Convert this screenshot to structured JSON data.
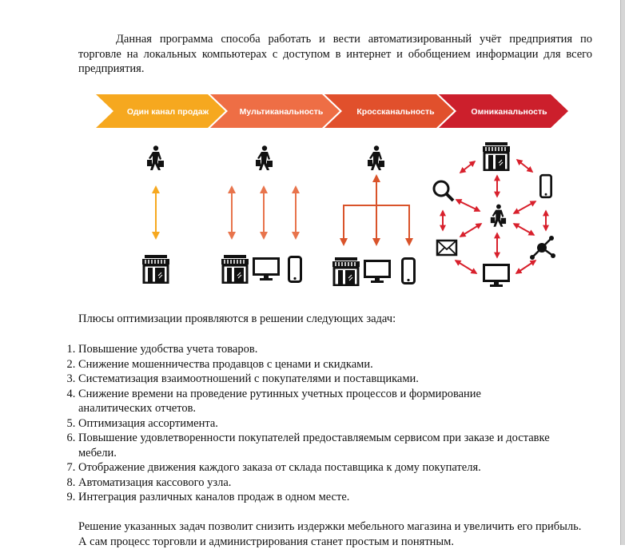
{
  "intro_paragraph": "Данная программа способа работать и вести автоматизированный учёт предприятия по торговле на локальных компьютерах с доступом в интернет и обобщением информации для всего предприятия.",
  "diagram": {
    "stages": [
      {
        "label": "Один канал продаж",
        "color": "#f6a81f"
      },
      {
        "label": "Мультиканальность",
        "color": "#ee6e45"
      },
      {
        "label": "Кроссканальность",
        "color": "#e1502c"
      },
      {
        "label": "Омниканальность",
        "color": "#cc1f2c"
      }
    ],
    "arrow_colors": {
      "single": "#f6a81f",
      "multi": "#e8744c",
      "cross": "#d9532a",
      "omni": "#d8202c"
    }
  },
  "benefits_intro": "Плюсы оптимизации проявляются в решении следующих задач:",
  "benefits": [
    "Повышение удобства учета товаров.",
    "Снижение мошенничества продавцов с ценами и скидками.",
    "Систематизация взаимоотношений с покупателями и поставщиками.",
    "Снижение времени на проведение рутинных учетных процессов и формирование аналитических отчетов.",
    "Оптимизация ассортимента.",
    "Повышение удовлетворенности покупателей предоставляемым сервисом при заказе и доставке мебели.",
    "Отображение движения каждого заказа от склада поставщика к дому покупателя.",
    "Автоматизация кассового узла.",
    "Интеграция различных каналов продаж в одном месте."
  ],
  "conclusion": "Решение указанных задач позволит снизить издержки мебельного магазина и увеличить его прибыль. А сам процесс торговли и администрирования станет простым и понятным."
}
